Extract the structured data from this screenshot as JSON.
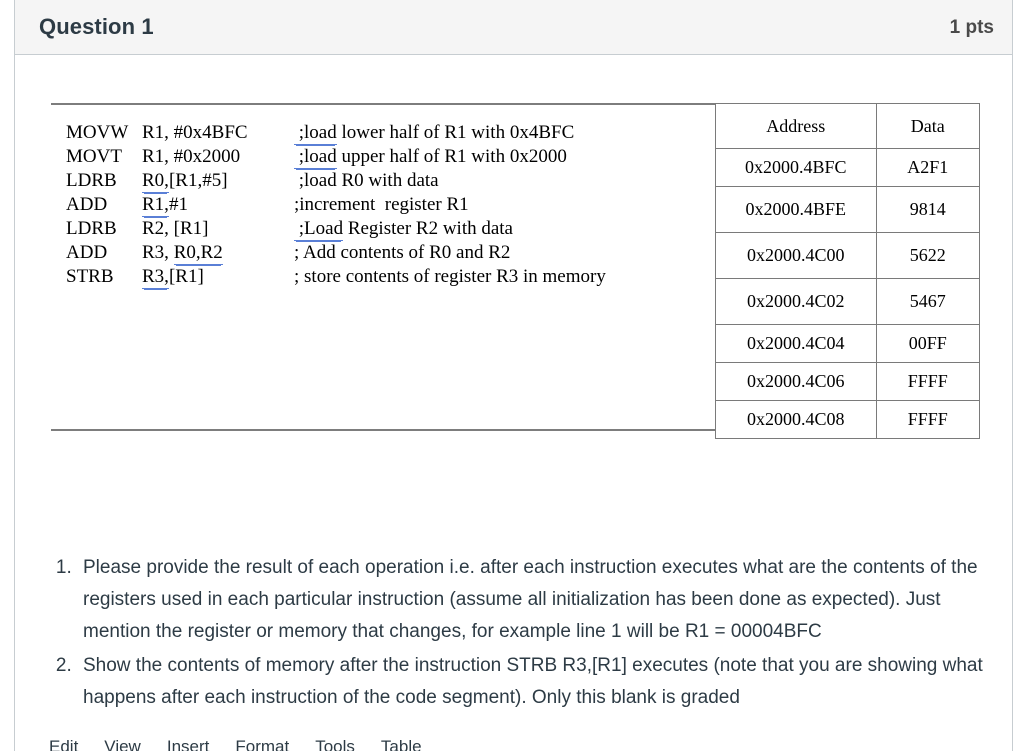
{
  "header": {
    "title": "Question 1",
    "points": "1 pts"
  },
  "code": {
    "lines": [
      {
        "op": "MOVW",
        "args": "R1, #0x4BFC",
        "comment_lead": ";load",
        "comment_rest": " lower half of R1 with 0x4BFC",
        "lead_flagged": true,
        "args_flag": ""
      },
      {
        "op": "MOVT",
        "args": "R1, #0x2000",
        "comment_lead": ";load",
        "comment_rest": " upper half of R1 with 0x2000",
        "lead_flagged": true,
        "args_flag": ""
      },
      {
        "op": "LDRB",
        "args": "R0,[R1,#5]",
        "comment_lead": "",
        "comment_rest": " ;load R0 with data",
        "lead_flagged": false,
        "args_flag": "R0,"
      },
      {
        "op": "ADD",
        "args": "R1,#1",
        "comment_lead": "",
        "comment_rest": ";increment  register R1",
        "lead_flagged": false,
        "args_flag": "R1,"
      },
      {
        "op": "LDRB",
        "args": "R2, [R1]",
        "comment_lead": ";Load",
        "comment_rest": " Register R2 with data",
        "lead_flagged": true,
        "args_flag": ""
      },
      {
        "op": "ADD",
        "args": "R3, R0,R2",
        "comment_lead": "",
        "comment_rest": "; Add contents of R0 and R2",
        "lead_flagged": false,
        "args_flag": "R0,R2"
      },
      {
        "op": "STRB",
        "args": "R3,[R1]",
        "comment_lead": "",
        "comment_rest": "; store contents of register R3 in memory",
        "lead_flagged": false,
        "args_flag": "R3,"
      }
    ]
  },
  "memory_table": {
    "columns": [
      "Address",
      "Data"
    ],
    "rows": [
      {
        "address": "0x2000.4BFC",
        "data": "A2F1"
      },
      {
        "address": "0x2000.4BFE",
        "data": "9814"
      },
      {
        "address": "0x2000.4C00",
        "data": "5622"
      },
      {
        "address": "0x2000.4C02",
        "data": "5467"
      },
      {
        "address": "0x2000.4C04",
        "data": "00FF"
      },
      {
        "address": "0x2000.4C06",
        "data": "FFFF"
      },
      {
        "address": "0x2000.4C08",
        "data": "FFFF"
      }
    ]
  },
  "prompt": {
    "items": [
      "Please provide the result of each operation i.e. after each instruction executes what are the contents of the registers used in each particular instruction (assume all initialization has been done as expected). Just mention the register or memory that changes, for example line 1 will be R1 = 00004BFC",
      "Show the contents of memory after the instruction STRB R3,[R1] executes (note that you are showing what happens after each instruction of the code segment). Only this blank is graded"
    ]
  },
  "editor_menu": {
    "items": [
      "Edit",
      "View",
      "Insert",
      "Format",
      "Tools",
      "Table"
    ]
  },
  "colors": {
    "header_bg": "#f5f5f5",
    "border": "#c7cdd1",
    "text": "#2d3b45",
    "rule": "#7d7d7d",
    "spellcheck_underline": "#5a7fd6"
  }
}
